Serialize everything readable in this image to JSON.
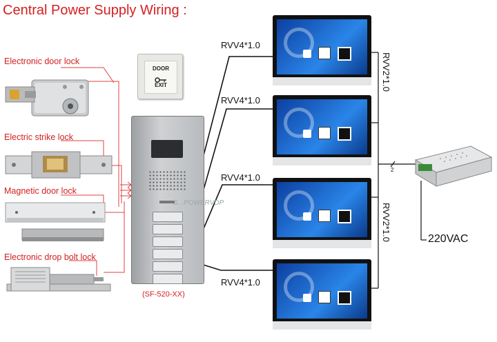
{
  "title": "Central Power Supply Wiring :",
  "locks": [
    {
      "label": "Electronic door lock"
    },
    {
      "label": "Electric strike lock"
    },
    {
      "label": "Magnetic door lock"
    },
    {
      "label": "Electronic drop bolt lock"
    }
  ],
  "exit_button": {
    "line1": "DOOR",
    "line2": "EXIT"
  },
  "panel": {
    "model": "(SF-520-XX)",
    "watermark": "S...POWERVDP"
  },
  "cables": {
    "monitor_1": "RVV4*1.0",
    "monitor_2": "RVV4*1.0",
    "monitor_3": "RVV4*1.0",
    "monitor_4": "RVV4*1.0",
    "power_top": "RVV2*1.0",
    "power_bottom": "RVV2*1.0",
    "junction_mark": "2"
  },
  "power_supply": {
    "label": "220VAC"
  },
  "colors": {
    "accent": "#d42020",
    "screen_blue": "#1f6fd6",
    "wire": "#111111",
    "red_wire": "#e04040"
  }
}
